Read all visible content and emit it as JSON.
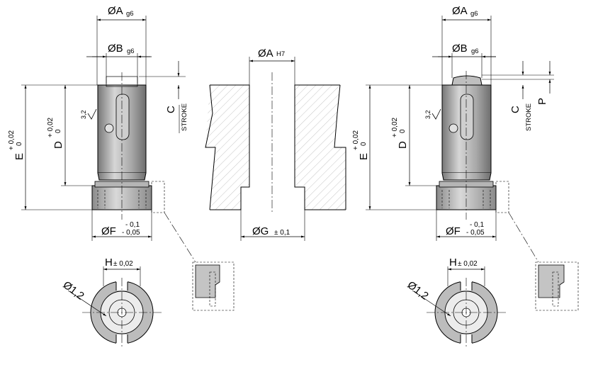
{
  "colors": {
    "line": "#000000",
    "part_fill": "#bdbdbd",
    "part_dark": "#8c8c8c",
    "part_light": "#e2e2e2",
    "hatch": "#9a9a9a"
  },
  "labels": {
    "dia_A": "ØA",
    "dia_B": "ØB",
    "dia_F": "ØF",
    "dia_G": "ØG",
    "dia_1_2": "Ø1,2",
    "g6": "g6",
    "H7": "H7",
    "tol_G": "± 0,1",
    "E": "E",
    "D": "D",
    "C": "C",
    "P": "P",
    "H": "H",
    "tol_H": "± 0,02",
    "stroke": "STROKE",
    "tol_plus_upper": "+ 0,02",
    "tol_plus_lower": "0",
    "tol_F_upper": "- 0,1",
    "tol_F_lower": "- 0,05",
    "roughness": "3,2"
  }
}
